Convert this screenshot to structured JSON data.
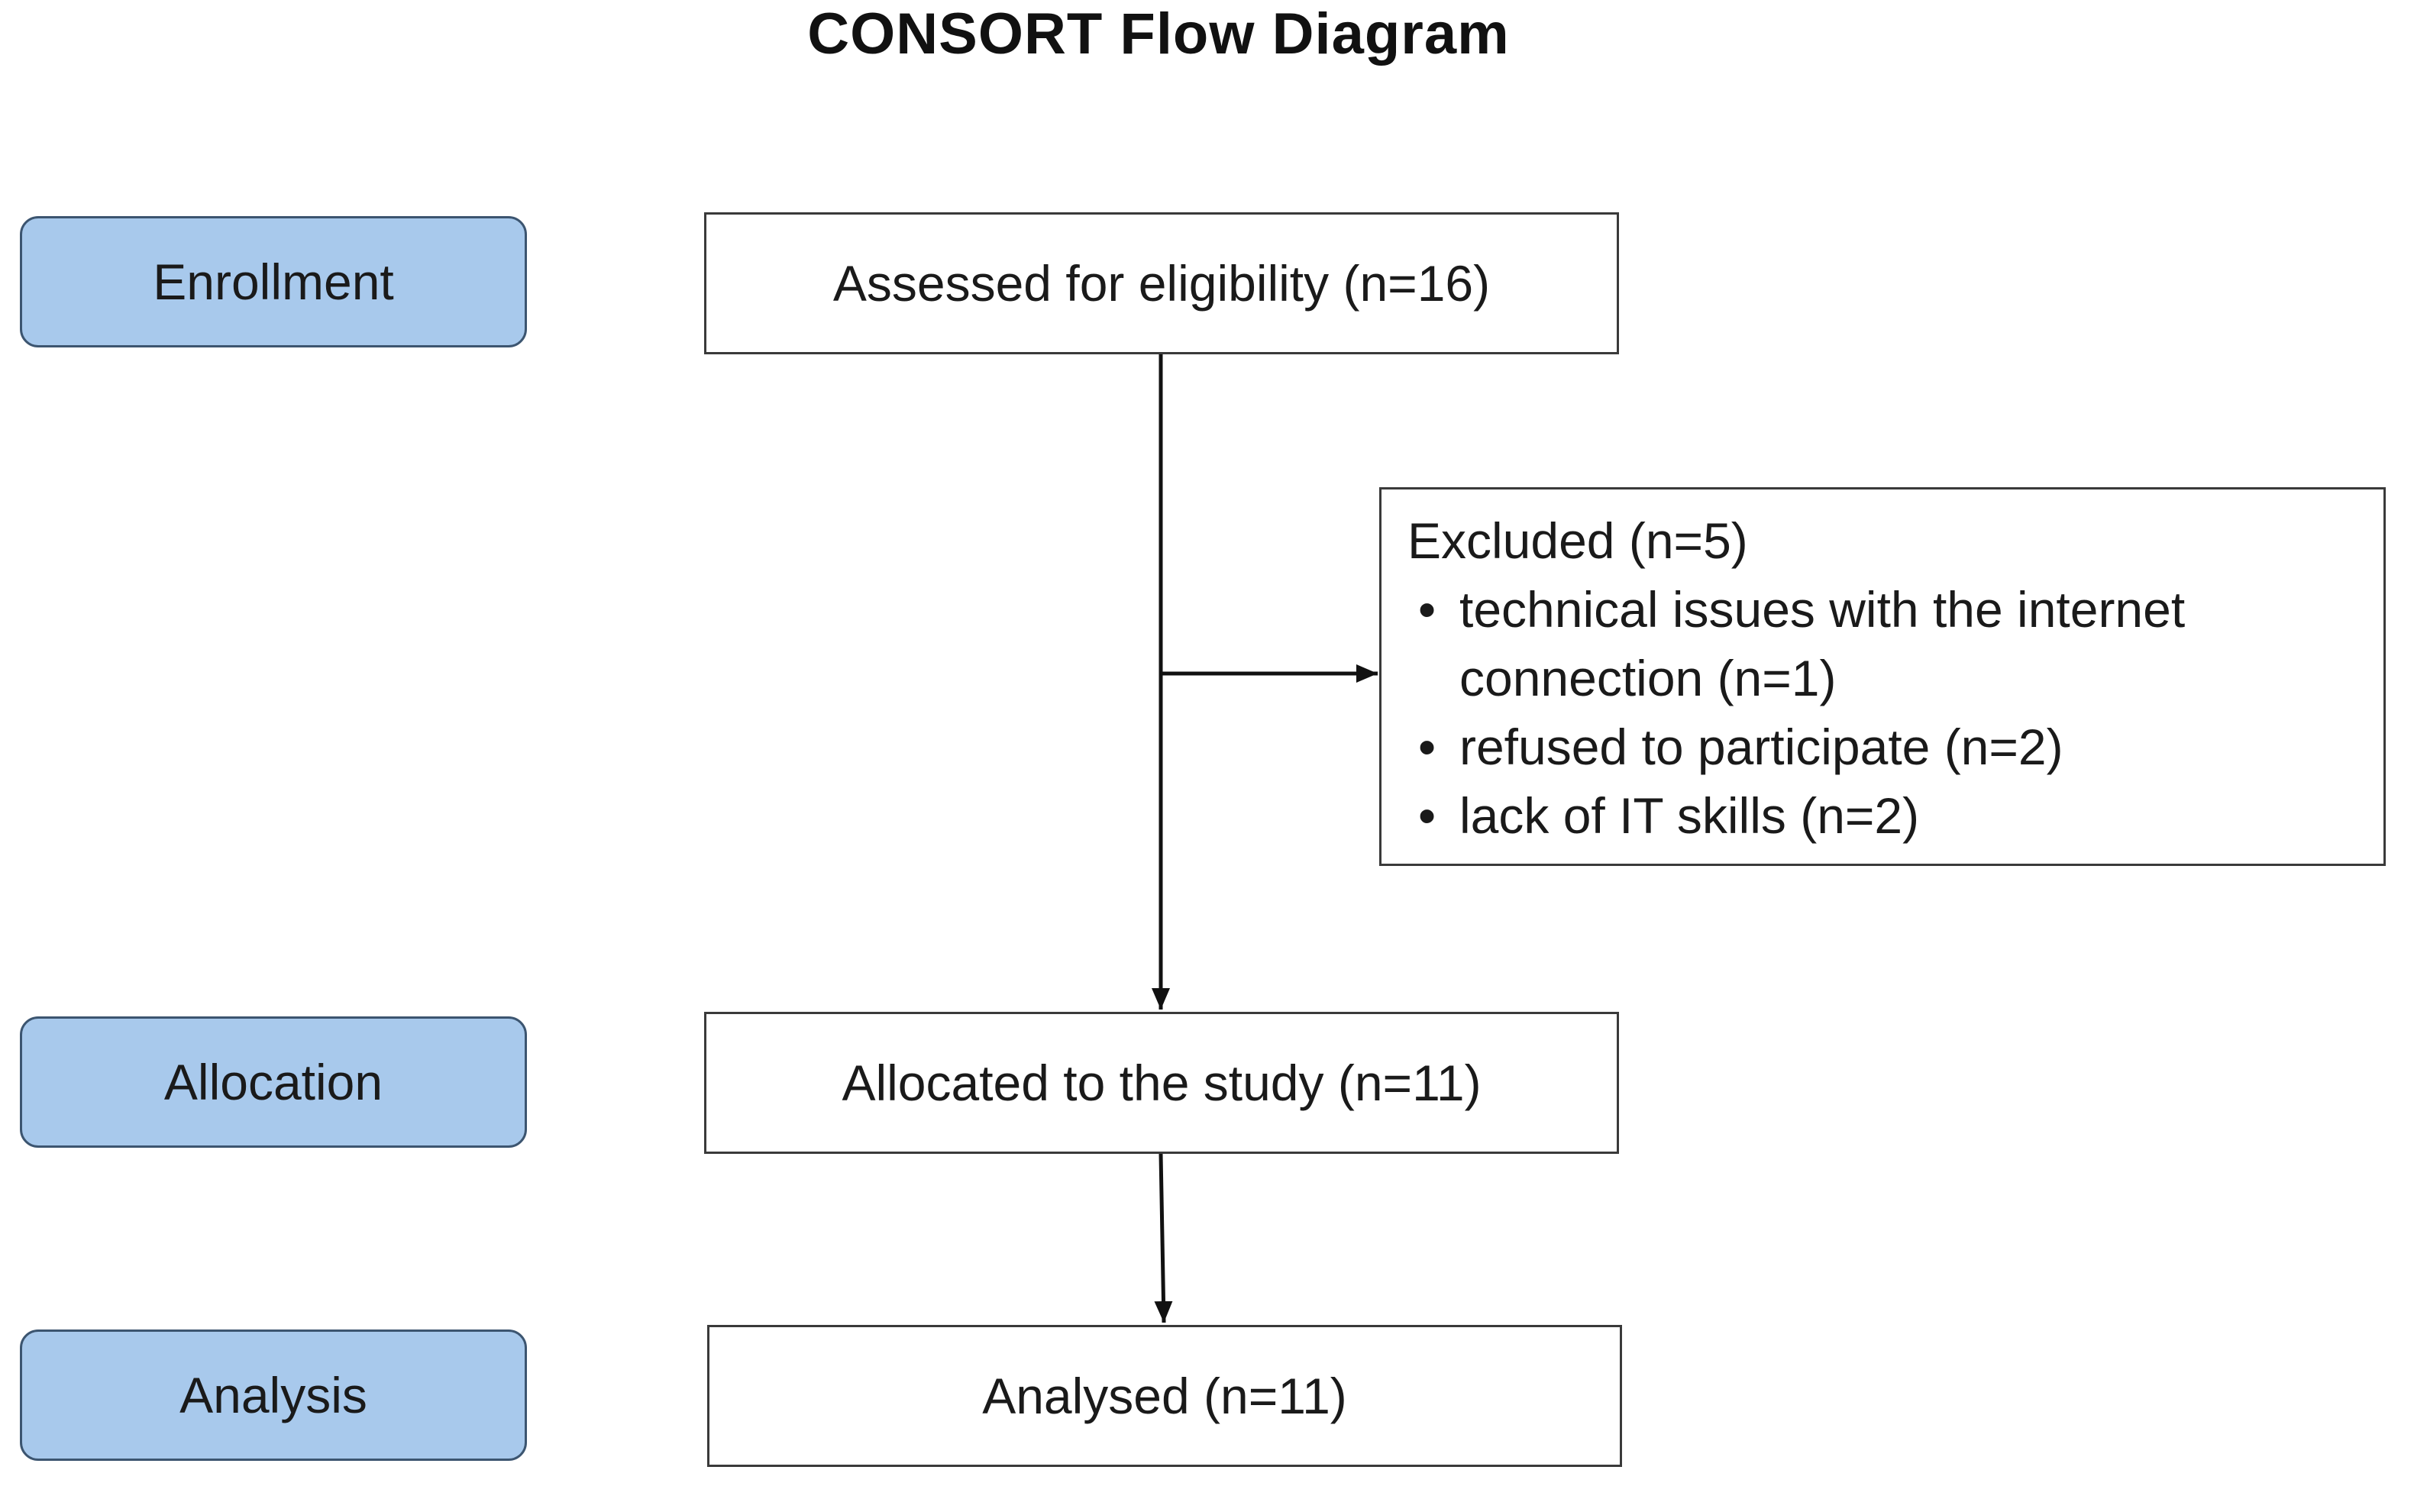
{
  "diagram": {
    "title": "CONSORT Flow Diagram",
    "stages": {
      "enrollment": "Enrollment",
      "allocation": "Allocation",
      "analysis": "Analysis"
    },
    "boxes": {
      "assessed": "Assessed for eligibility (n=16)",
      "excluded_heading": "Excluded (n=5)",
      "excluded_reasons": [
        "technical issues with the internet connection (n=1)",
        "refused to participate (n=2)",
        "lack of IT skills (n=2)"
      ],
      "allocated": "Allocated to the study (n=11)",
      "analysed": "Analysed (n=11)"
    },
    "colors": {
      "stage_fill": "#a8c9ec",
      "stage_border": "#3c5570",
      "box_border": "#3a3a3a",
      "arrow": "#111111"
    }
  }
}
